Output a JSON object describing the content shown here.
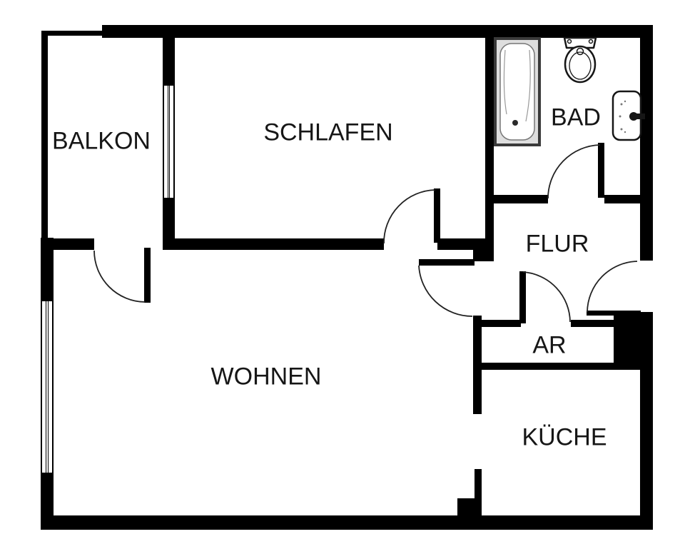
{
  "floorplan": {
    "background_color": "#ffffff",
    "wall_color": "#000000",
    "label_color": "#161616",
    "fixture_fill_color": "#dedede",
    "fixture_outline_color": "#3a3a3a",
    "rooms": [
      {
        "id": "balkon",
        "label": "BALKON"
      },
      {
        "id": "schlafen",
        "label": "SCHLAFEN"
      },
      {
        "id": "bad",
        "label": "BAD"
      },
      {
        "id": "flur",
        "label": "FLUR"
      },
      {
        "id": "ar",
        "label": "AR"
      },
      {
        "id": "wohnen",
        "label": "WOHNEN"
      },
      {
        "id": "kueche",
        "label": "KÜCHE"
      }
    ],
    "fixtures": [
      {
        "icon": "bathtub-icon",
        "room": "bad"
      },
      {
        "icon": "toilet-icon",
        "room": "bad"
      },
      {
        "icon": "sink-icon",
        "room": "bad"
      }
    ],
    "door_count": 6,
    "window_count": 2
  }
}
